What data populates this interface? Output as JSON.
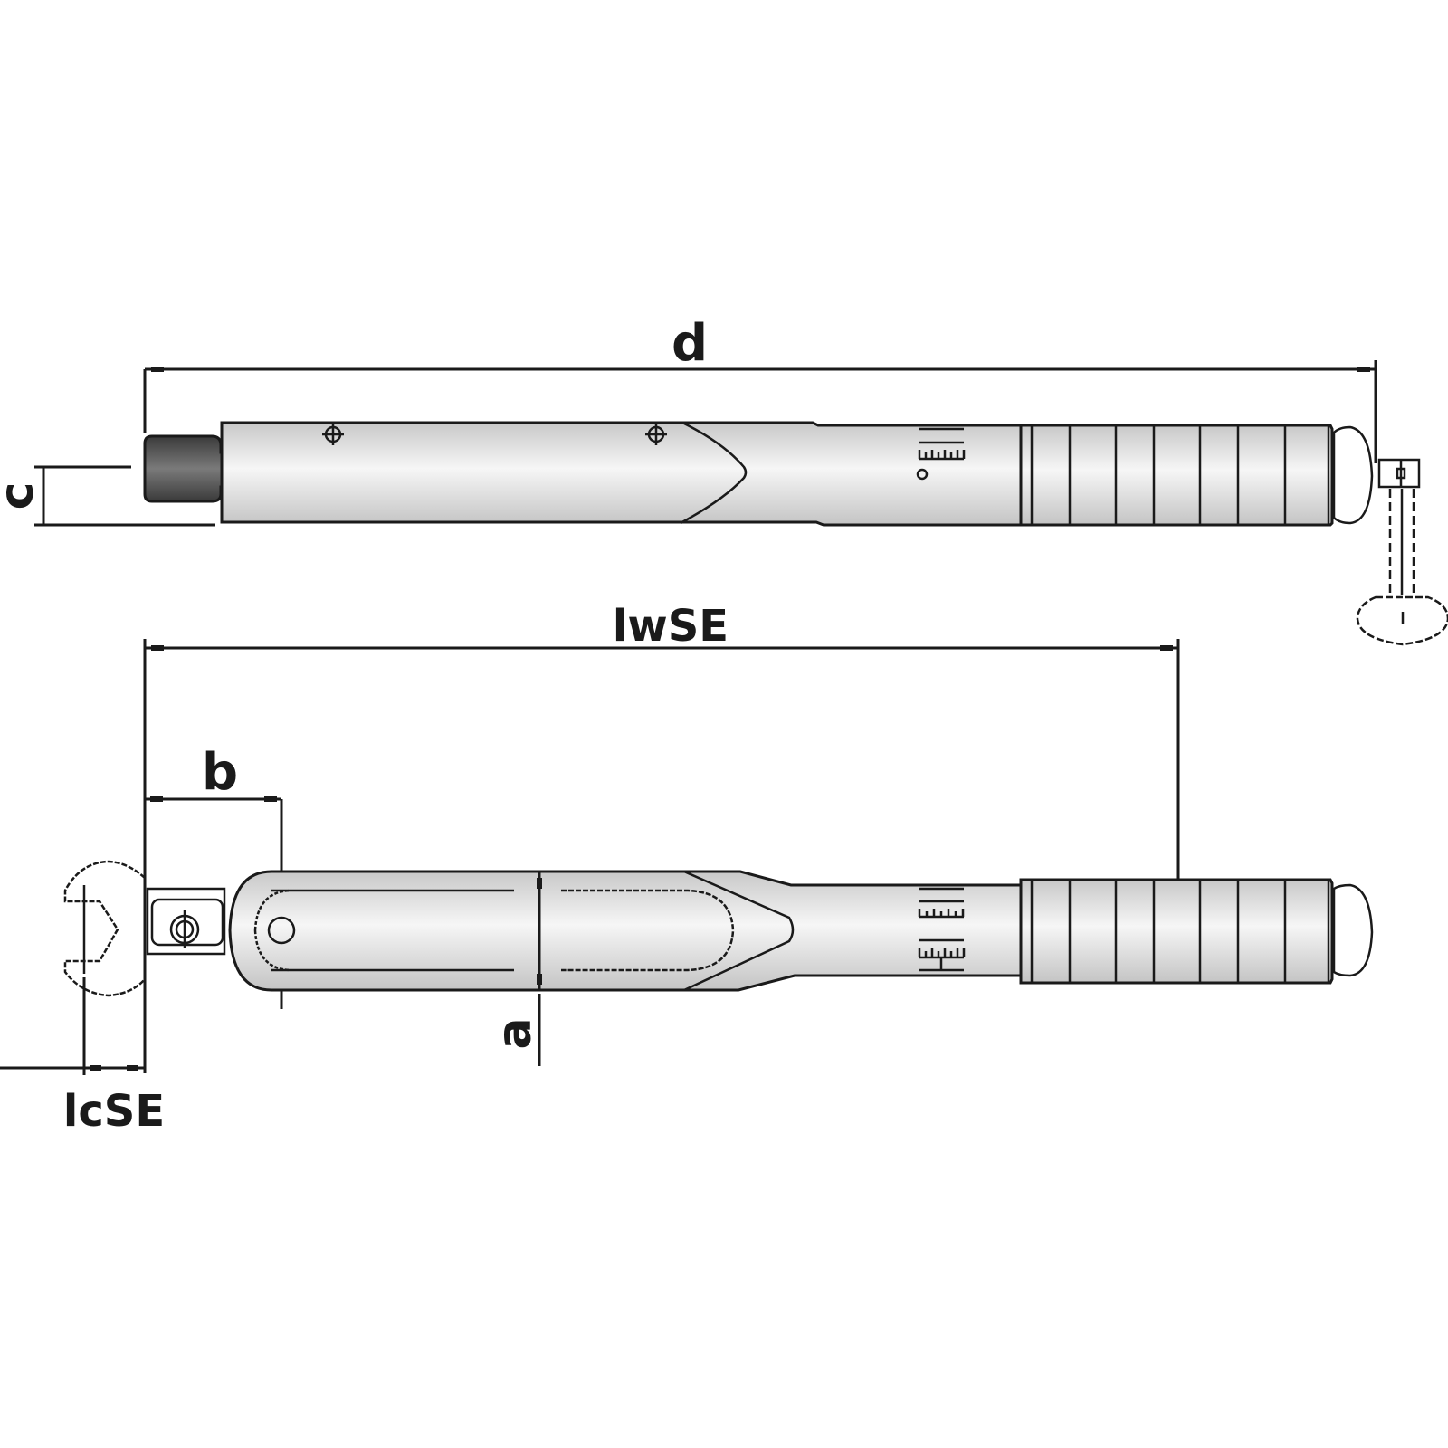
{
  "diagram": {
    "subject": "Torque wrench with interchangeable open-end insert",
    "views": [
      {
        "name": "top-view",
        "description": "Wrench side view with square drive and T-handle adjuster"
      },
      {
        "name": "front-view",
        "description": "Wrench plan view with open-end spanner insert"
      }
    ],
    "dimensions": {
      "d": "d",
      "c": "c",
      "lwSE": "lwSE",
      "b": "b",
      "a": "a",
      "lcSE": "lcSE"
    },
    "colors": {
      "background": "#ffffff",
      "line": "#1a1a1a",
      "body_light": "#f4f4f4",
      "body_mid": "#d0d0d0",
      "insert_dark": "#444444"
    }
  }
}
